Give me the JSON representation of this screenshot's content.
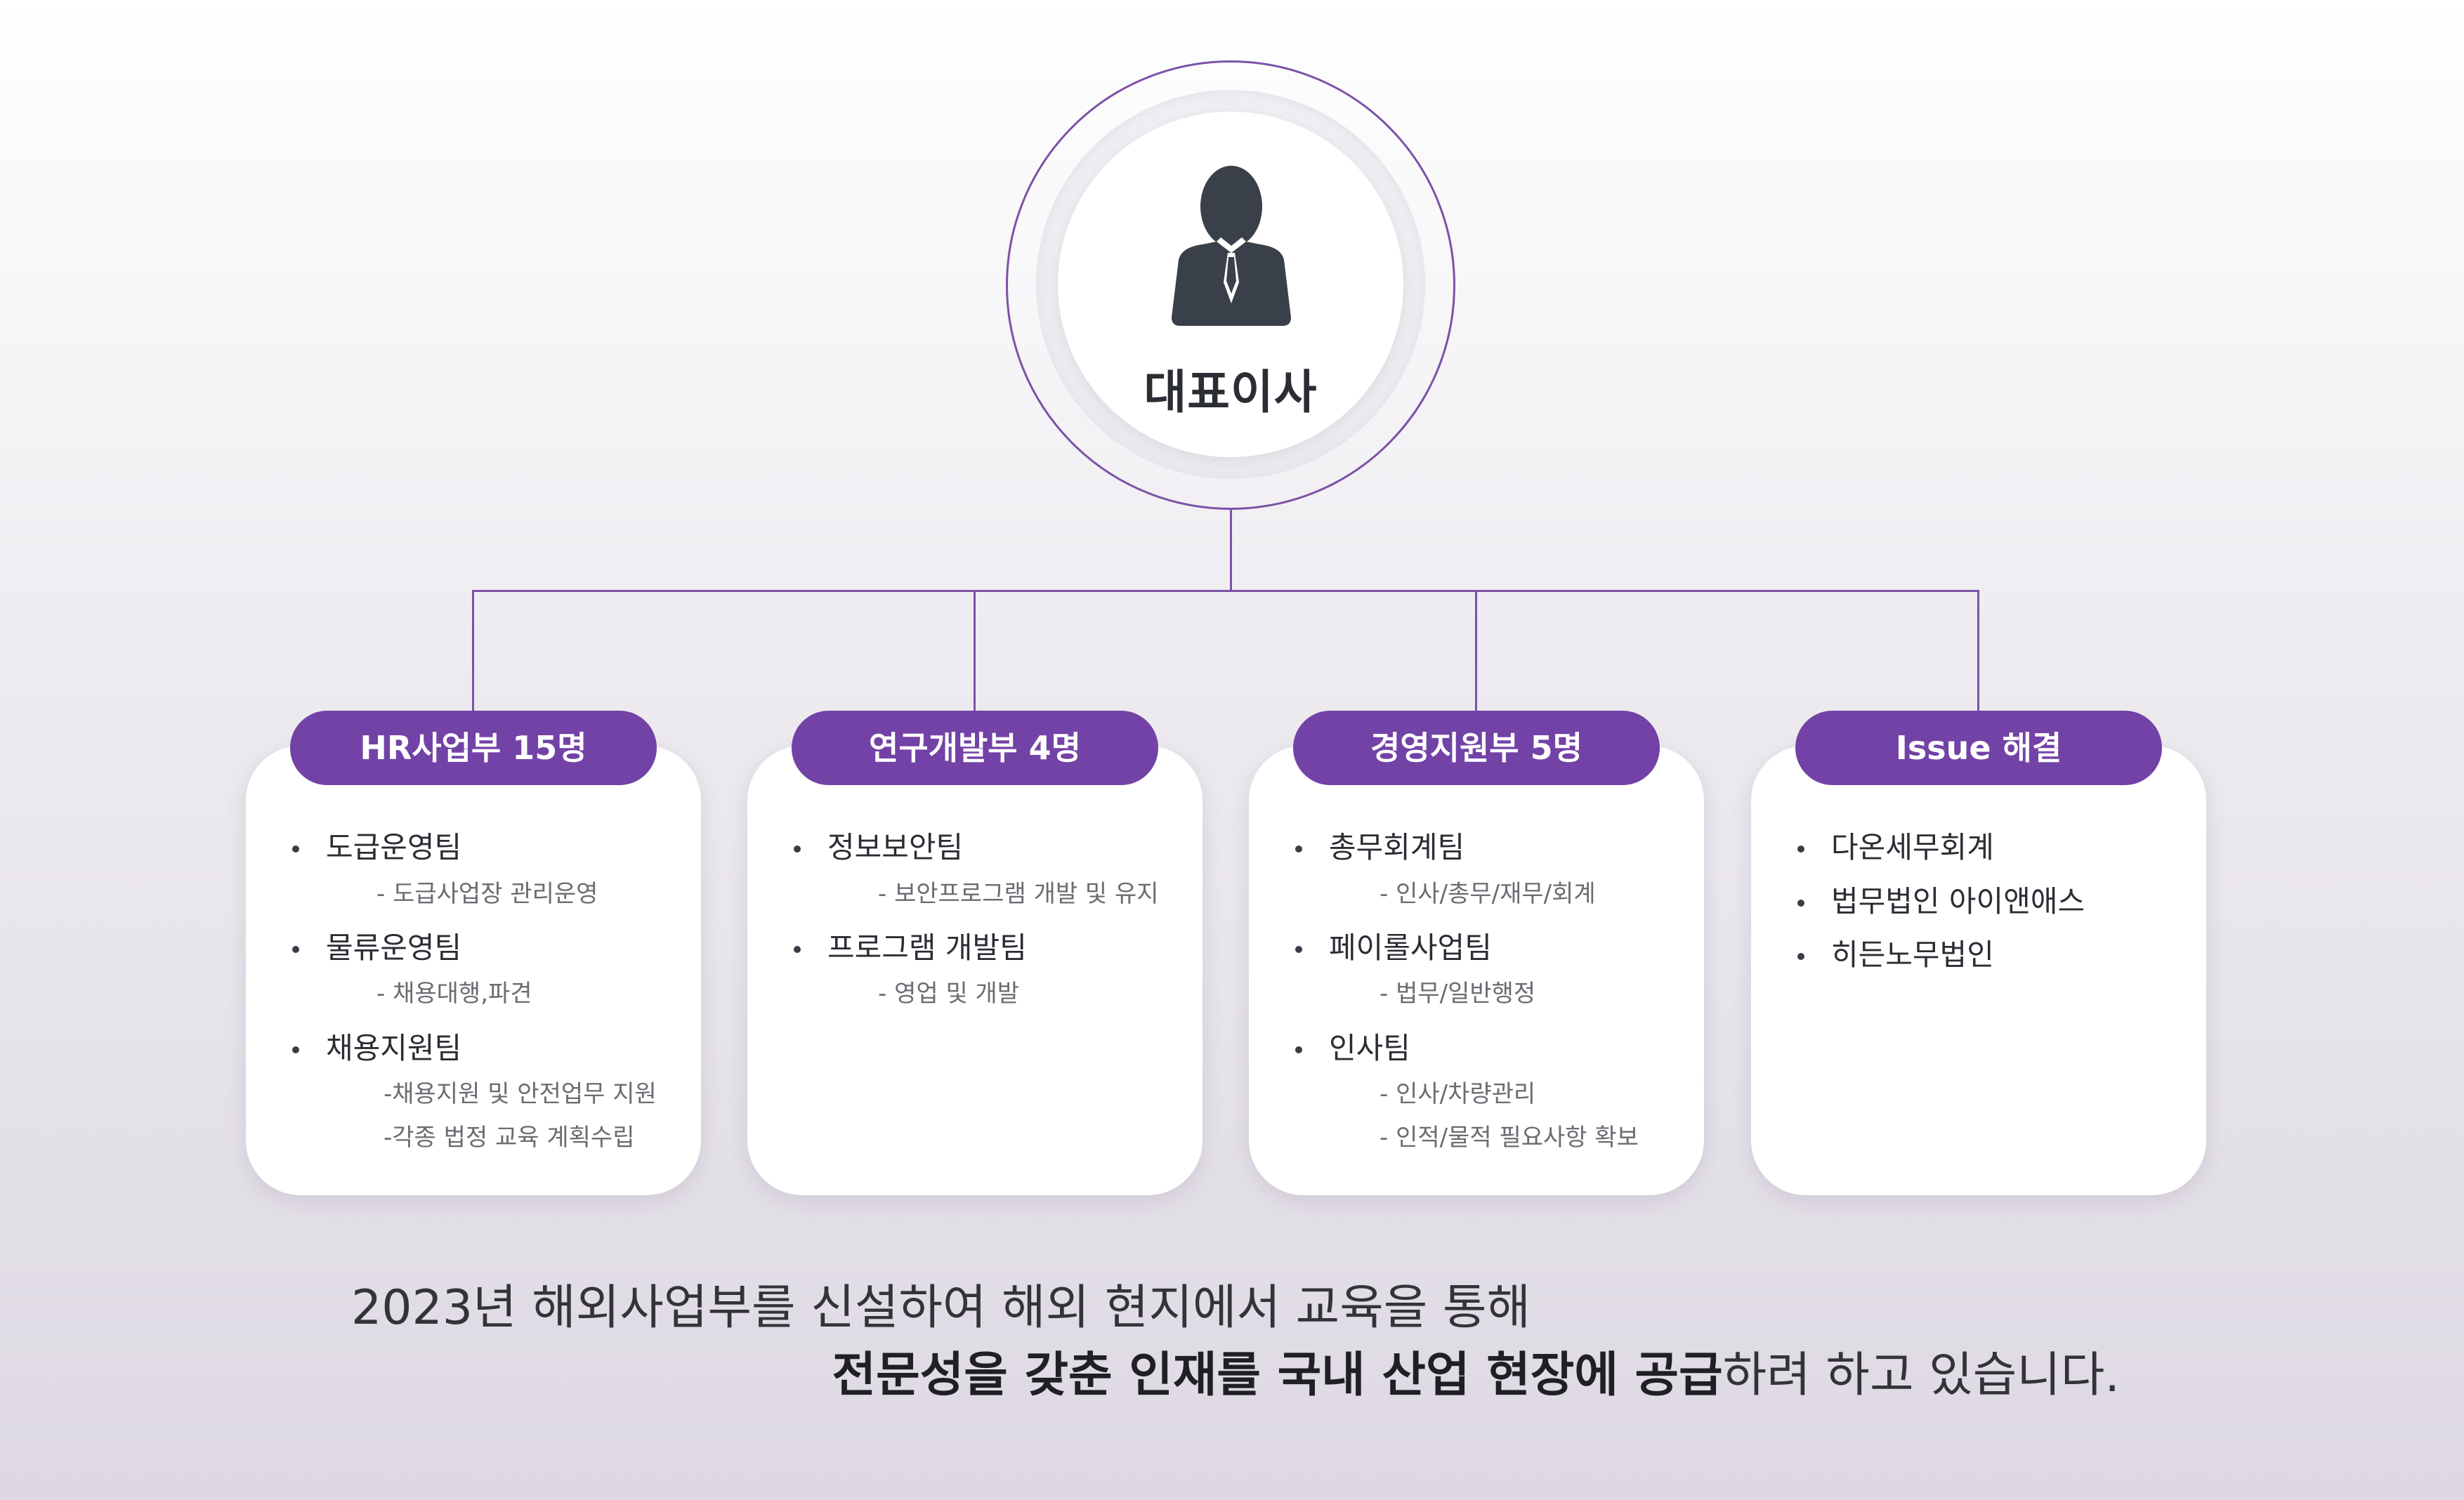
{
  "ceo": {
    "label": "대표이사",
    "icon": "businessman-icon",
    "ring_color": "#7b52a8"
  },
  "accent_color": "#7342a6",
  "departments": [
    {
      "title": "HR사업부 15명",
      "teams": [
        {
          "name": "도급운영팀",
          "details": [
            "- 도급사업장 관리운영"
          ]
        },
        {
          "name": "물류운영팀",
          "details": [
            "- 채용대행,파견"
          ]
        },
        {
          "name": "채용지원팀",
          "details": [
            "-채용지원 및 안전업무 지원",
            "-각종 법정 교육 계획수립"
          ]
        }
      ]
    },
    {
      "title": "연구개발부 4명",
      "teams": [
        {
          "name": "정보보안팀",
          "details": [
            "- 보안프로그램 개발 및 유지"
          ]
        },
        {
          "name": "프로그램 개발팀",
          "details": [
            "- 영업 및 개발"
          ]
        }
      ]
    },
    {
      "title": "경영지원부 5명",
      "teams": [
        {
          "name": "총무회계팀",
          "details": [
            "- 인사/총무/재무/회계"
          ]
        },
        {
          "name": "페이롤사업팀",
          "details": [
            "- 법무/일반행정"
          ]
        },
        {
          "name": "인사팀",
          "details": [
            "- 인사/차량관리",
            "- 인적/물적 필요사항 확보"
          ]
        }
      ]
    },
    {
      "title": "Issue 해결",
      "teams": [
        {
          "name": "다온세무회계",
          "details": []
        },
        {
          "name": "법무법인 아이앤애스",
          "details": []
        },
        {
          "name": "히든노무법인",
          "details": []
        }
      ]
    }
  ],
  "statement": {
    "line1": "2023년 해외사업부를 신설하여 해외 현지에서 교육을 통해",
    "line2_bold": "전문성을 갖춘 인재를 국내 산업 현장에 공급",
    "line2_rest": "하려 하고 있습니다."
  }
}
